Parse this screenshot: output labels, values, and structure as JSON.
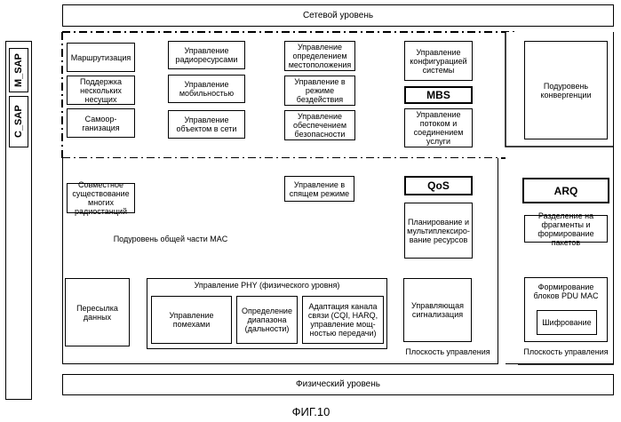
{
  "network_layer": "Сетевой уровень",
  "physical_layer": "Физический уровень",
  "figure_caption": "ФИГ.10",
  "sap": {
    "c_sap": "C_SAP",
    "m_sap": "M_SAP"
  },
  "control_plane_left": "Плоскость управления",
  "control_plane_right": "Плоскость управления",
  "upper_boxes": {
    "routing": "Маршрутизация",
    "multicarrier": "Поддержка нескольких несущих",
    "self_org": "Самоор- ганизация",
    "radio_resources": "Управление радиоресурсами",
    "mobility": "Управление мобильностью",
    "network_entity": "Управление объектом в сети",
    "location": "Управление определением местоположения",
    "idle_mode": "Управление в режиме бездействия",
    "security": "Управление обеспечением безопасности",
    "sys_config": "Управление конфигурацией системы",
    "mbs": "MBS",
    "service_flow": "Управление потоком и соединением услуги",
    "convergence": "Подуровень конвергенции"
  },
  "middle_boxes": {
    "coexistence": "Совместное существование многих радиостанций",
    "sleep_mode": "Управление в спящем режиме",
    "qos": "QoS",
    "scheduling": "Планирование и мультиплексиро- вание ресурсов",
    "common_part": "Подуровень общей части MAC",
    "arq": "ARQ",
    "fragmentation": "Разделение на фрагменты и формирование пакетов"
  },
  "lower_boxes": {
    "data_forwarding": "Пересылка данных",
    "phy_control": "Управление PHY (физического уровня)",
    "interference": "Управление помехами",
    "ranging": "Определение диапазона (дальности)",
    "link_adaptation": "Адаптация канала связи (CQI, HARQ, управление мощ- ностью передачи)",
    "control_signaling": "Управляющая сигнализация",
    "pdu_formation": "Формирование блоков PDU MAC",
    "encryption": "Шифрование"
  }
}
